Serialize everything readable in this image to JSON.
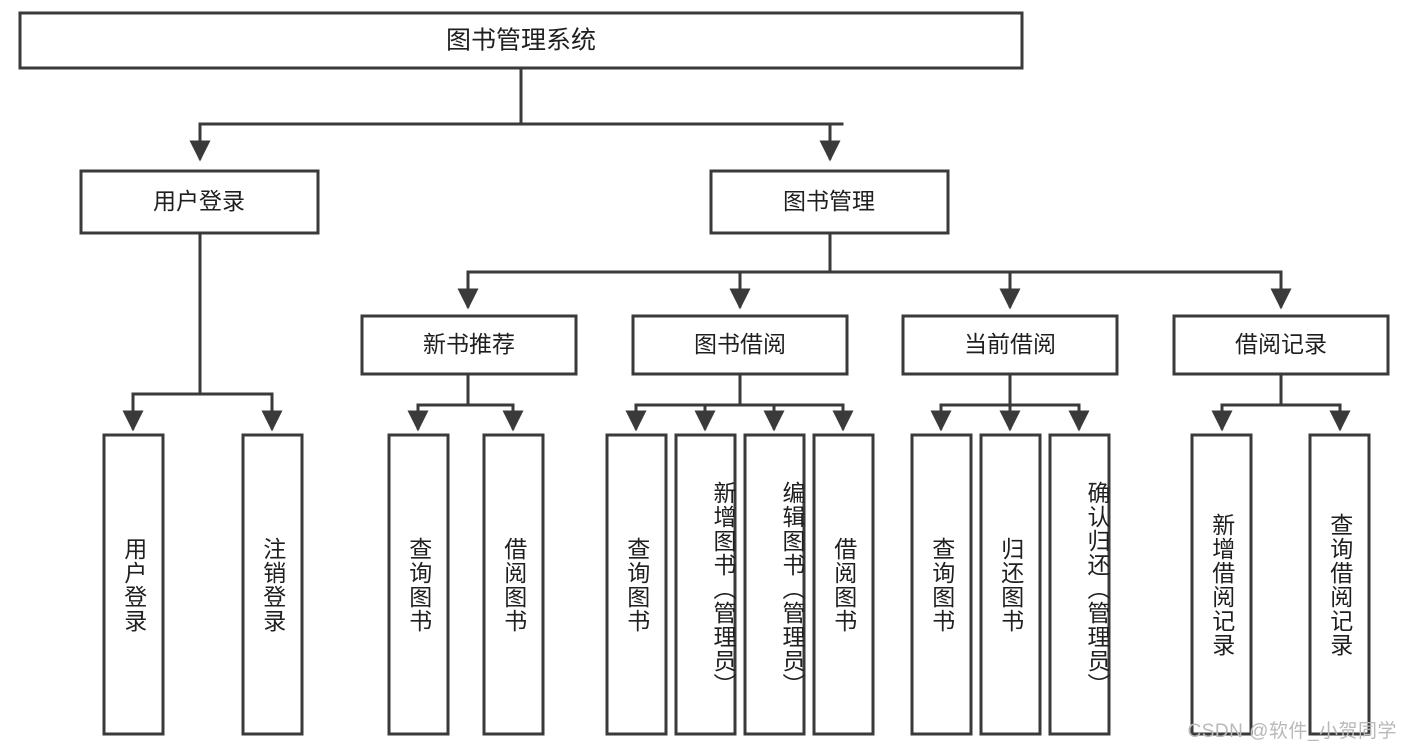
{
  "diagram": {
    "title": "图书管理系统",
    "type": "tree",
    "colors": {
      "box_stroke": "#3a3a3a",
      "box_fill": "#ffffff",
      "text": "#1f1f1f",
      "connector": "#3a3a3a",
      "watermark": "#b9b9b9",
      "background": "#ffffff"
    },
    "root": {
      "label": "图书管理系统"
    },
    "level2": [
      {
        "label": "用户登录"
      },
      {
        "label": "图书管理"
      }
    ],
    "level3": [
      {
        "label": "新书推荐"
      },
      {
        "label": "图书借阅"
      },
      {
        "label": "当前借阅"
      },
      {
        "label": "借阅记录"
      }
    ],
    "leaves": {
      "user_login": [
        {
          "label": "用户登录"
        },
        {
          "label": "注销登录"
        }
      ],
      "new_book_recommend": [
        {
          "label": "查询图书"
        },
        {
          "label": "借阅图书"
        }
      ],
      "book_borrow": [
        {
          "label": "查询图书"
        },
        {
          "label": "新增图书（管理员）"
        },
        {
          "label": "编辑图书（管理员）"
        },
        {
          "label": "借阅图书"
        }
      ],
      "current_borrow": [
        {
          "label": "查询图书"
        },
        {
          "label": "归还图书"
        },
        {
          "label": "确认归还（管理员）"
        }
      ],
      "borrow_records": [
        {
          "label": "新增借阅记录"
        },
        {
          "label": "查询借阅记录"
        }
      ]
    }
  },
  "watermark": {
    "text": "CSDN @软件_小贺同学"
  }
}
